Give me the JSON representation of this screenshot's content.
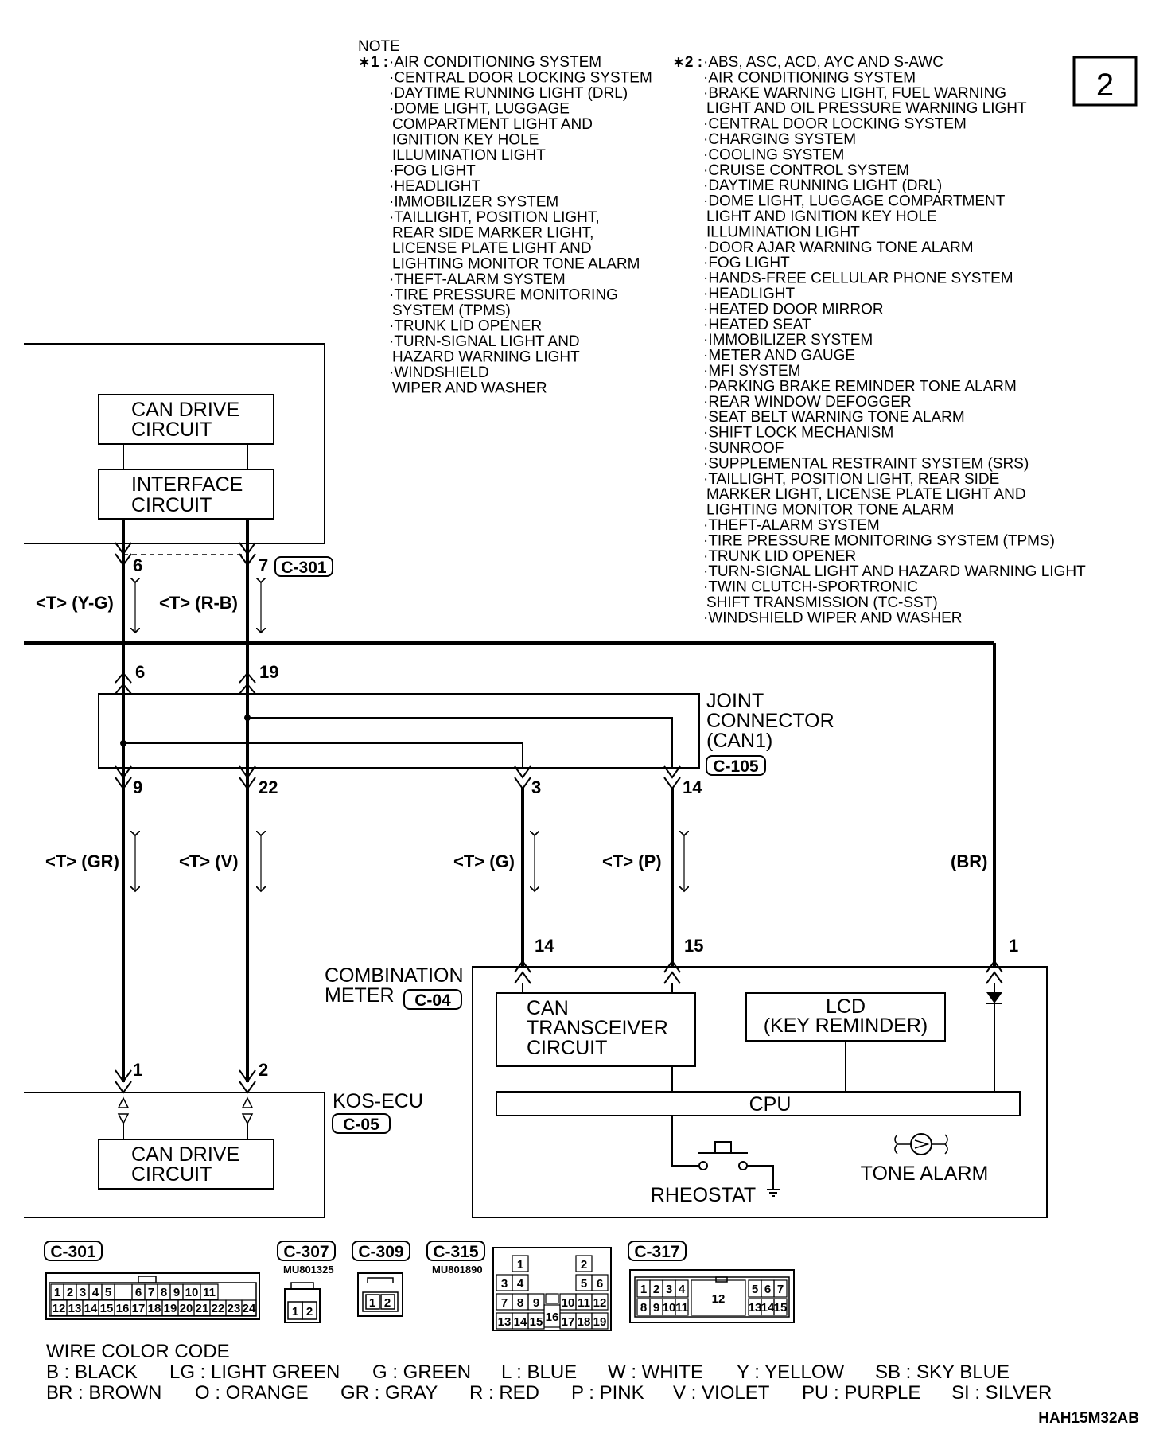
{
  "page_number": "2",
  "diagram_code": "HAH15M32AB",
  "note": {
    "title": "NOTE",
    "star1_mark": "∗1 :",
    "star1_items": [
      "·AIR CONDITIONING SYSTEM",
      "·CENTRAL DOOR LOCKING SYSTEM",
      "·DAYTIME RUNNING LIGHT (DRL)",
      "·DOME LIGHT, LUGGAGE",
      "COMPARTMENT LIGHT AND",
      "IGNITION KEY HOLE",
      "ILLUMINATION LIGHT",
      "·FOG LIGHT",
      "·HEADLIGHT",
      "·IMMOBILIZER SYSTEM",
      "·TAILLIGHT, POSITION LIGHT,",
      "REAR SIDE MARKER LIGHT,",
      "LICENSE PLATE LIGHT AND",
      "LIGHTING MONITOR TONE ALARM",
      "·THEFT-ALARM SYSTEM",
      "·TIRE PRESSURE MONITORING",
      "SYSTEM (TPMS)",
      "·TRUNK LID OPENER",
      "·TURN-SIGNAL LIGHT AND",
      "HAZARD WARNING LIGHT",
      "·WINDSHIELD",
      "WIPER AND WASHER"
    ],
    "star2_mark": "∗2 :",
    "star2_items": [
      "·ABS, ASC, ACD, AYC AND S-AWC",
      "·AIR CONDITIONING SYSTEM",
      "·BRAKE WARNING LIGHT, FUEL WARNING",
      "LIGHT AND OIL PRESSURE WARNING LIGHT",
      "·CENTRAL DOOR LOCKING SYSTEM",
      "·CHARGING SYSTEM",
      "·COOLING SYSTEM",
      "·CRUISE CONTROL SYSTEM",
      "·DAYTIME RUNNING LIGHT (DRL)",
      "·DOME LIGHT, LUGGAGE COMPARTMENT",
      "LIGHT AND IGNITION KEY HOLE",
      "ILLUMINATION LIGHT",
      "·DOOR AJAR WARNING TONE ALARM",
      "·FOG LIGHT",
      "·HANDS-FREE CELLULAR PHONE SYSTEM",
      "·HEADLIGHT",
      "·HEATED DOOR MIRROR",
      "·HEATED SEAT",
      "·IMMOBILIZER SYSTEM",
      "·METER AND GAUGE",
      "·MFI SYSTEM",
      "·PARKING BRAKE REMINDER TONE ALARM",
      "·REAR WINDOW DEFOGGER",
      "·SEAT BELT WARNING TONE ALARM",
      "·SHIFT LOCK MECHANISM",
      "·SUNROOF",
      "·SUPPLEMENTAL RESTRAINT SYSTEM (SRS)",
      "·TAILLIGHT, POSITION LIGHT, REAR SIDE",
      "MARKER LIGHT, LICENSE PLATE LIGHT AND",
      "LIGHTING MONITOR TONE ALARM",
      "·THEFT-ALARM SYSTEM",
      "·TIRE PRESSURE MONITORING SYSTEM (TPMS)",
      "·TRUNK LID OPENER",
      "·TURN-SIGNAL LIGHT AND HAZARD WARNING LIGHT",
      "·TWIN CLUTCH-SPORTRONIC",
      "SHIFT TRANSMISSION (TC-SST)",
      "·WINDSHIELD WIPER AND WASHER"
    ]
  },
  "blocks": {
    "can_drive_top": [
      "CAN DRIVE",
      "CIRCUIT"
    ],
    "interface": [
      "INTERFACE",
      "CIRCUIT"
    ],
    "joint_connector": [
      "JOINT",
      "CONNECTOR",
      "(CAN1)"
    ],
    "combination_meter": [
      "COMBINATION",
      "METER"
    ],
    "can_transceiver": [
      "CAN",
      "TRANSCEIVER",
      "CIRCUIT"
    ],
    "lcd": [
      "LCD",
      "(KEY REMINDER)"
    ],
    "cpu": "CPU",
    "rheostat": "RHEOSTAT",
    "tone_alarm": "TONE ALARM",
    "kos_ecu": "KOS-ECU",
    "can_drive_bottom": [
      "CAN DRIVE",
      "CIRCUIT"
    ]
  },
  "connectors": {
    "c301": "C-301",
    "c105": "C-105",
    "c04": "C-04",
    "c05": "C-05",
    "c307": "C-307",
    "c309": "C-309",
    "c315": "C-315",
    "c317": "C-317",
    "mu801325": "MU801325",
    "mu801890": "MU801890"
  },
  "pins": {
    "p6_a": "6",
    "p7_a": "7",
    "p6_b": "6",
    "p19": "19",
    "p9": "9",
    "p22": "22",
    "p3": "3",
    "p14_a": "14",
    "p14_b": "14",
    "p15": "15",
    "p1_meter": "1",
    "p1_kos": "1",
    "p2_kos": "2"
  },
  "wires": {
    "yg": "<T> (Y-G)",
    "rb": "<T> (R-B)",
    "gr": "<T> (GR)",
    "v": "<T> (V)",
    "g": "<T> (G)",
    "p": "<T> (P)",
    "br": "(BR)"
  },
  "connector_faces": {
    "c301_row1": [
      "1",
      "2",
      "3",
      "4",
      "5",
      "",
      "6",
      "7",
      "8",
      "9",
      "10",
      "11"
    ],
    "c301_row2": [
      "12",
      "13",
      "14",
      "15",
      "16",
      "17",
      "18",
      "19",
      "20",
      "21",
      "22",
      "23",
      "24"
    ],
    "c307": [
      "1",
      "2"
    ],
    "c309": [
      "1",
      "2"
    ],
    "c315": [
      "1",
      "2",
      "3",
      "4",
      "5",
      "6",
      "7",
      "8",
      "9",
      "10",
      "11",
      "12",
      "13",
      "14",
      "15",
      "16",
      "17",
      "18",
      "19"
    ],
    "c317": [
      "1",
      "2",
      "3",
      "4",
      "5",
      "6",
      "7",
      "8",
      "9",
      "10",
      "11",
      "12",
      "13",
      "14",
      "15"
    ]
  },
  "wire_color_code": {
    "title": "WIRE COLOR CODE",
    "row1": [
      "B : BLACK",
      "LG : LIGHT GREEN",
      "G : GREEN",
      "L : BLUE",
      "W : WHITE",
      "Y : YELLOW",
      "SB : SKY BLUE"
    ],
    "row2": [
      "BR : BROWN",
      "O : ORANGE",
      "GR : GRAY",
      "R : RED",
      "P : PINK",
      "V : VIOLET",
      "PU : PURPLE",
      "SI : SILVER"
    ]
  }
}
